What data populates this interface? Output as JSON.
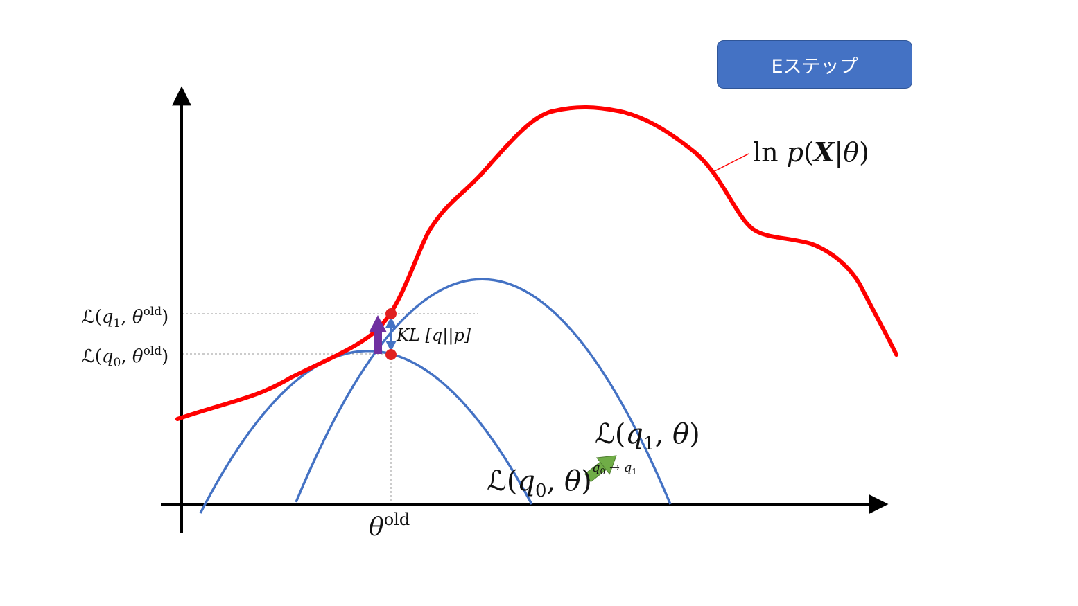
{
  "step_badge": {
    "label": "Eステップ",
    "color": "#4472c4"
  },
  "labels": {
    "log_likelihood": {
      "pre": "ln ",
      "p": "p",
      "paren_open": "(",
      "X": "X",
      "bar": "|",
      "theta": "θ",
      "paren_close": ")"
    },
    "L_q1_theta_old": {
      "L": "ℒ",
      "open": "(",
      "q": "q",
      "sub": "1",
      "comma": ", ",
      "theta": "θ",
      "sup": "old",
      "close": ")"
    },
    "L_q0_theta_old": {
      "L": "ℒ",
      "open": "(",
      "q": "q",
      "sub": "0",
      "comma": ", ",
      "theta": "θ",
      "sup": "old",
      "close": ")"
    },
    "kl": {
      "KL": "KL",
      "bracket": " [q||p]"
    },
    "L_q1_theta": {
      "L": "ℒ",
      "open": "(",
      "q": "q",
      "sub": "1",
      "comma": ", ",
      "theta": "θ",
      "close": ")"
    },
    "L_q0_theta": {
      "L": "ℒ",
      "open": "(",
      "q": "q",
      "sub": "0",
      "comma": ", ",
      "theta": "θ",
      "close": ")"
    },
    "transition": {
      "q0": "q",
      "sub0": "0",
      "arrow": " → ",
      "q1": "q",
      "sub1": "1"
    },
    "theta_old": {
      "theta": "θ",
      "sup": "old"
    }
  },
  "colors": {
    "log_likelihood_curve": "#ff0000",
    "lower_bound_curves": "#4472c4",
    "e_step_arrow": "#7030a0",
    "q_transition_arrow": "#70ad47",
    "kl_arrow": "#4472c4",
    "guide_lines": "#999999",
    "point": "#e02020"
  }
}
